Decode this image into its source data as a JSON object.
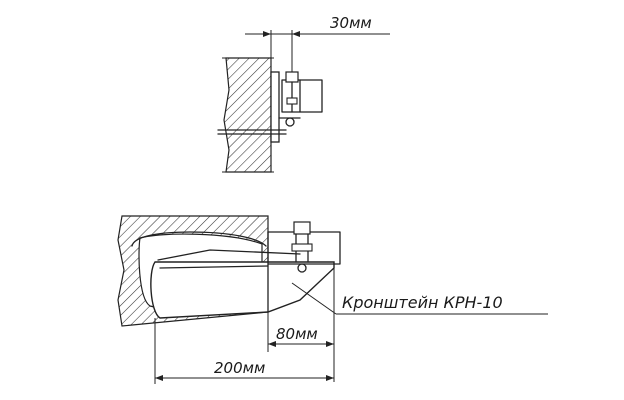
{
  "dimensions": {
    "top_offset": "30мм",
    "bracket_depth": "80мм",
    "total_length": "200мм"
  },
  "callout": {
    "label": "Кронштейн КРН-10"
  }
}
